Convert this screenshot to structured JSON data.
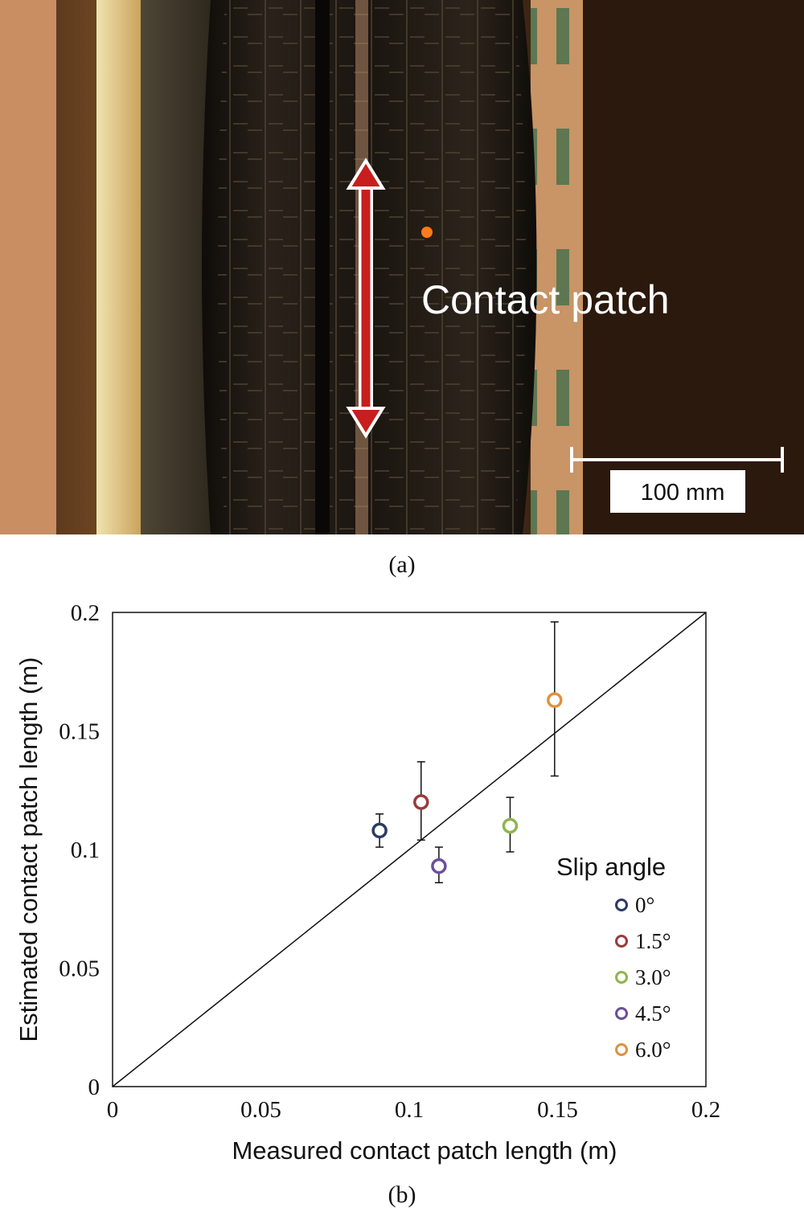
{
  "photo": {
    "annotation": "Contact patch",
    "scale_bar_label": "100 mm",
    "colors": {
      "arrow": "#c81e1e",
      "tire": "#1c1712",
      "background": "#3a2414",
      "glass": "#8a6a3a"
    }
  },
  "panel_labels": {
    "a": "(a)",
    "b": "(b)"
  },
  "chart_data": {
    "type": "scatter",
    "xlabel": "Measured contact patch length (m)",
    "ylabel": "Estimated contact patch length (m)",
    "xlim": [
      0,
      0.2
    ],
    "ylim": [
      0,
      0.2
    ],
    "xticks": [
      "0",
      "0.05",
      "0.1",
      "0.15",
      "0.2"
    ],
    "yticks": [
      "0",
      "0.05",
      "0.1",
      "0.15",
      "0.2"
    ],
    "xtick_values": [
      0,
      0.05,
      0.1,
      0.15,
      0.2
    ],
    "ytick_values": [
      0,
      0.05,
      0.1,
      0.15,
      0.2
    ],
    "grid": false,
    "reference_line": {
      "from": [
        0,
        0
      ],
      "to": [
        0.2,
        0.2
      ]
    },
    "legend_title": "Slip angle",
    "legend_position": "right",
    "series": [
      {
        "name": "0°",
        "color": "#2b3a67",
        "x": 0.09,
        "y": 0.108,
        "err_low": 0.101,
        "err_high": 0.115
      },
      {
        "name": "1.5°",
        "color": "#9a3b3b",
        "x": 0.104,
        "y": 0.12,
        "err_low": 0.104,
        "err_high": 0.137
      },
      {
        "name": "3.0°",
        "color": "#8db64c",
        "x": 0.134,
        "y": 0.11,
        "err_low": 0.099,
        "err_high": 0.122
      },
      {
        "name": "4.5°",
        "color": "#6a4f9c",
        "x": 0.11,
        "y": 0.093,
        "err_low": 0.086,
        "err_high": 0.101
      },
      {
        "name": "6.0°",
        "color": "#e0913f",
        "x": 0.149,
        "y": 0.163,
        "err_low": 0.131,
        "err_high": 0.196
      }
    ]
  }
}
